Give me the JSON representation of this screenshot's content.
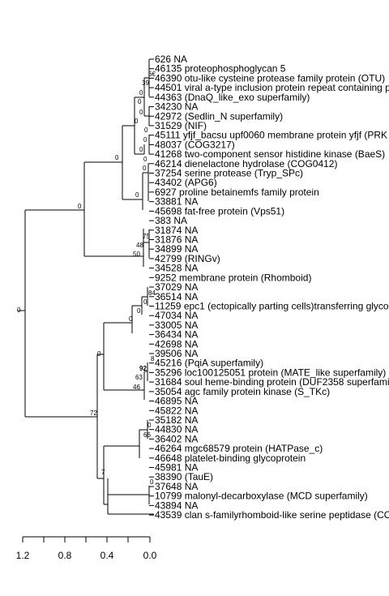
{
  "leaves": [
    "626 NA",
    "46135 proteophosphoglycan 5",
    "46390 otu-like cysteine protease family protein (OTU)",
    "44501 viral a-type inclusion protein repeat containing p",
    "44363 (DnaQ_like_exo superfamily)",
    "34230 NA",
    "42972 (Sedlin_N superfamily)",
    "31529 (NIF)",
    "45111 yfjf_bacsu upf0060 membrane protein yfjf (PRK",
    "48037 (COG3217)",
    "41268 two-component sensor histidine kinase (BaeS)",
    "46214 dienelactone hydrolase (COG0412)",
    "37254 serine protease (Tryp_SPc)",
    "43402 (APG6)",
    "6927 proline betainemfs family protein",
    "33881 NA",
    "45698 fat-free protein (Vps51)",
    "383 NA",
    "31874 NA",
    "31876 NA",
    "34899 NA",
    "42799 (RINGv)",
    "34528 NA",
    "9252 membrane protein (Rhomboid)",
    "37029 NA",
    "36514 NA",
    "11259 epc1 (ectopically parting cells)transferring glyco",
    "47034 NA",
    "33005 NA",
    "36434 NA",
    "42698 NA",
    "39506 NA",
    "45216 (PqiA superfamily)",
    "35296 loc100125051 protein (MATE_like superfamily)",
    "31684 soul heme-binding protein (DUF2358 superfami",
    "35054 agc family protein kinase (S_TKc)",
    "46895 NA",
    "45822 NA",
    "35182 NA",
    "44830 NA",
    "36402 NA",
    "46264 mgc68579 protein (HATPase_c)",
    "46648 platelet-binding glycoprotein",
    "45981 NA",
    "38390 (TauE)",
    "37648 NA",
    "10799 malonyl-decarboxylase (MCD superfamily)",
    "43894 NA",
    "43539 clan s-familyrhomboid-like serine peptidase (CO"
  ],
  "support_values": [
    "0",
    "0",
    "0",
    "0",
    "0",
    "0",
    "0",
    "0",
    "0",
    "0",
    "0",
    "6€",
    "39",
    "0",
    "0",
    "0",
    "75",
    "48",
    "50",
    "84",
    "0",
    "0",
    "0",
    "8",
    "92",
    "63",
    "46",
    "72",
    "0",
    "66",
    "7",
    "0"
  ],
  "axis": {
    "ticks": [
      "1.2",
      "0.8",
      "0.4",
      "0.0"
    ]
  }
}
